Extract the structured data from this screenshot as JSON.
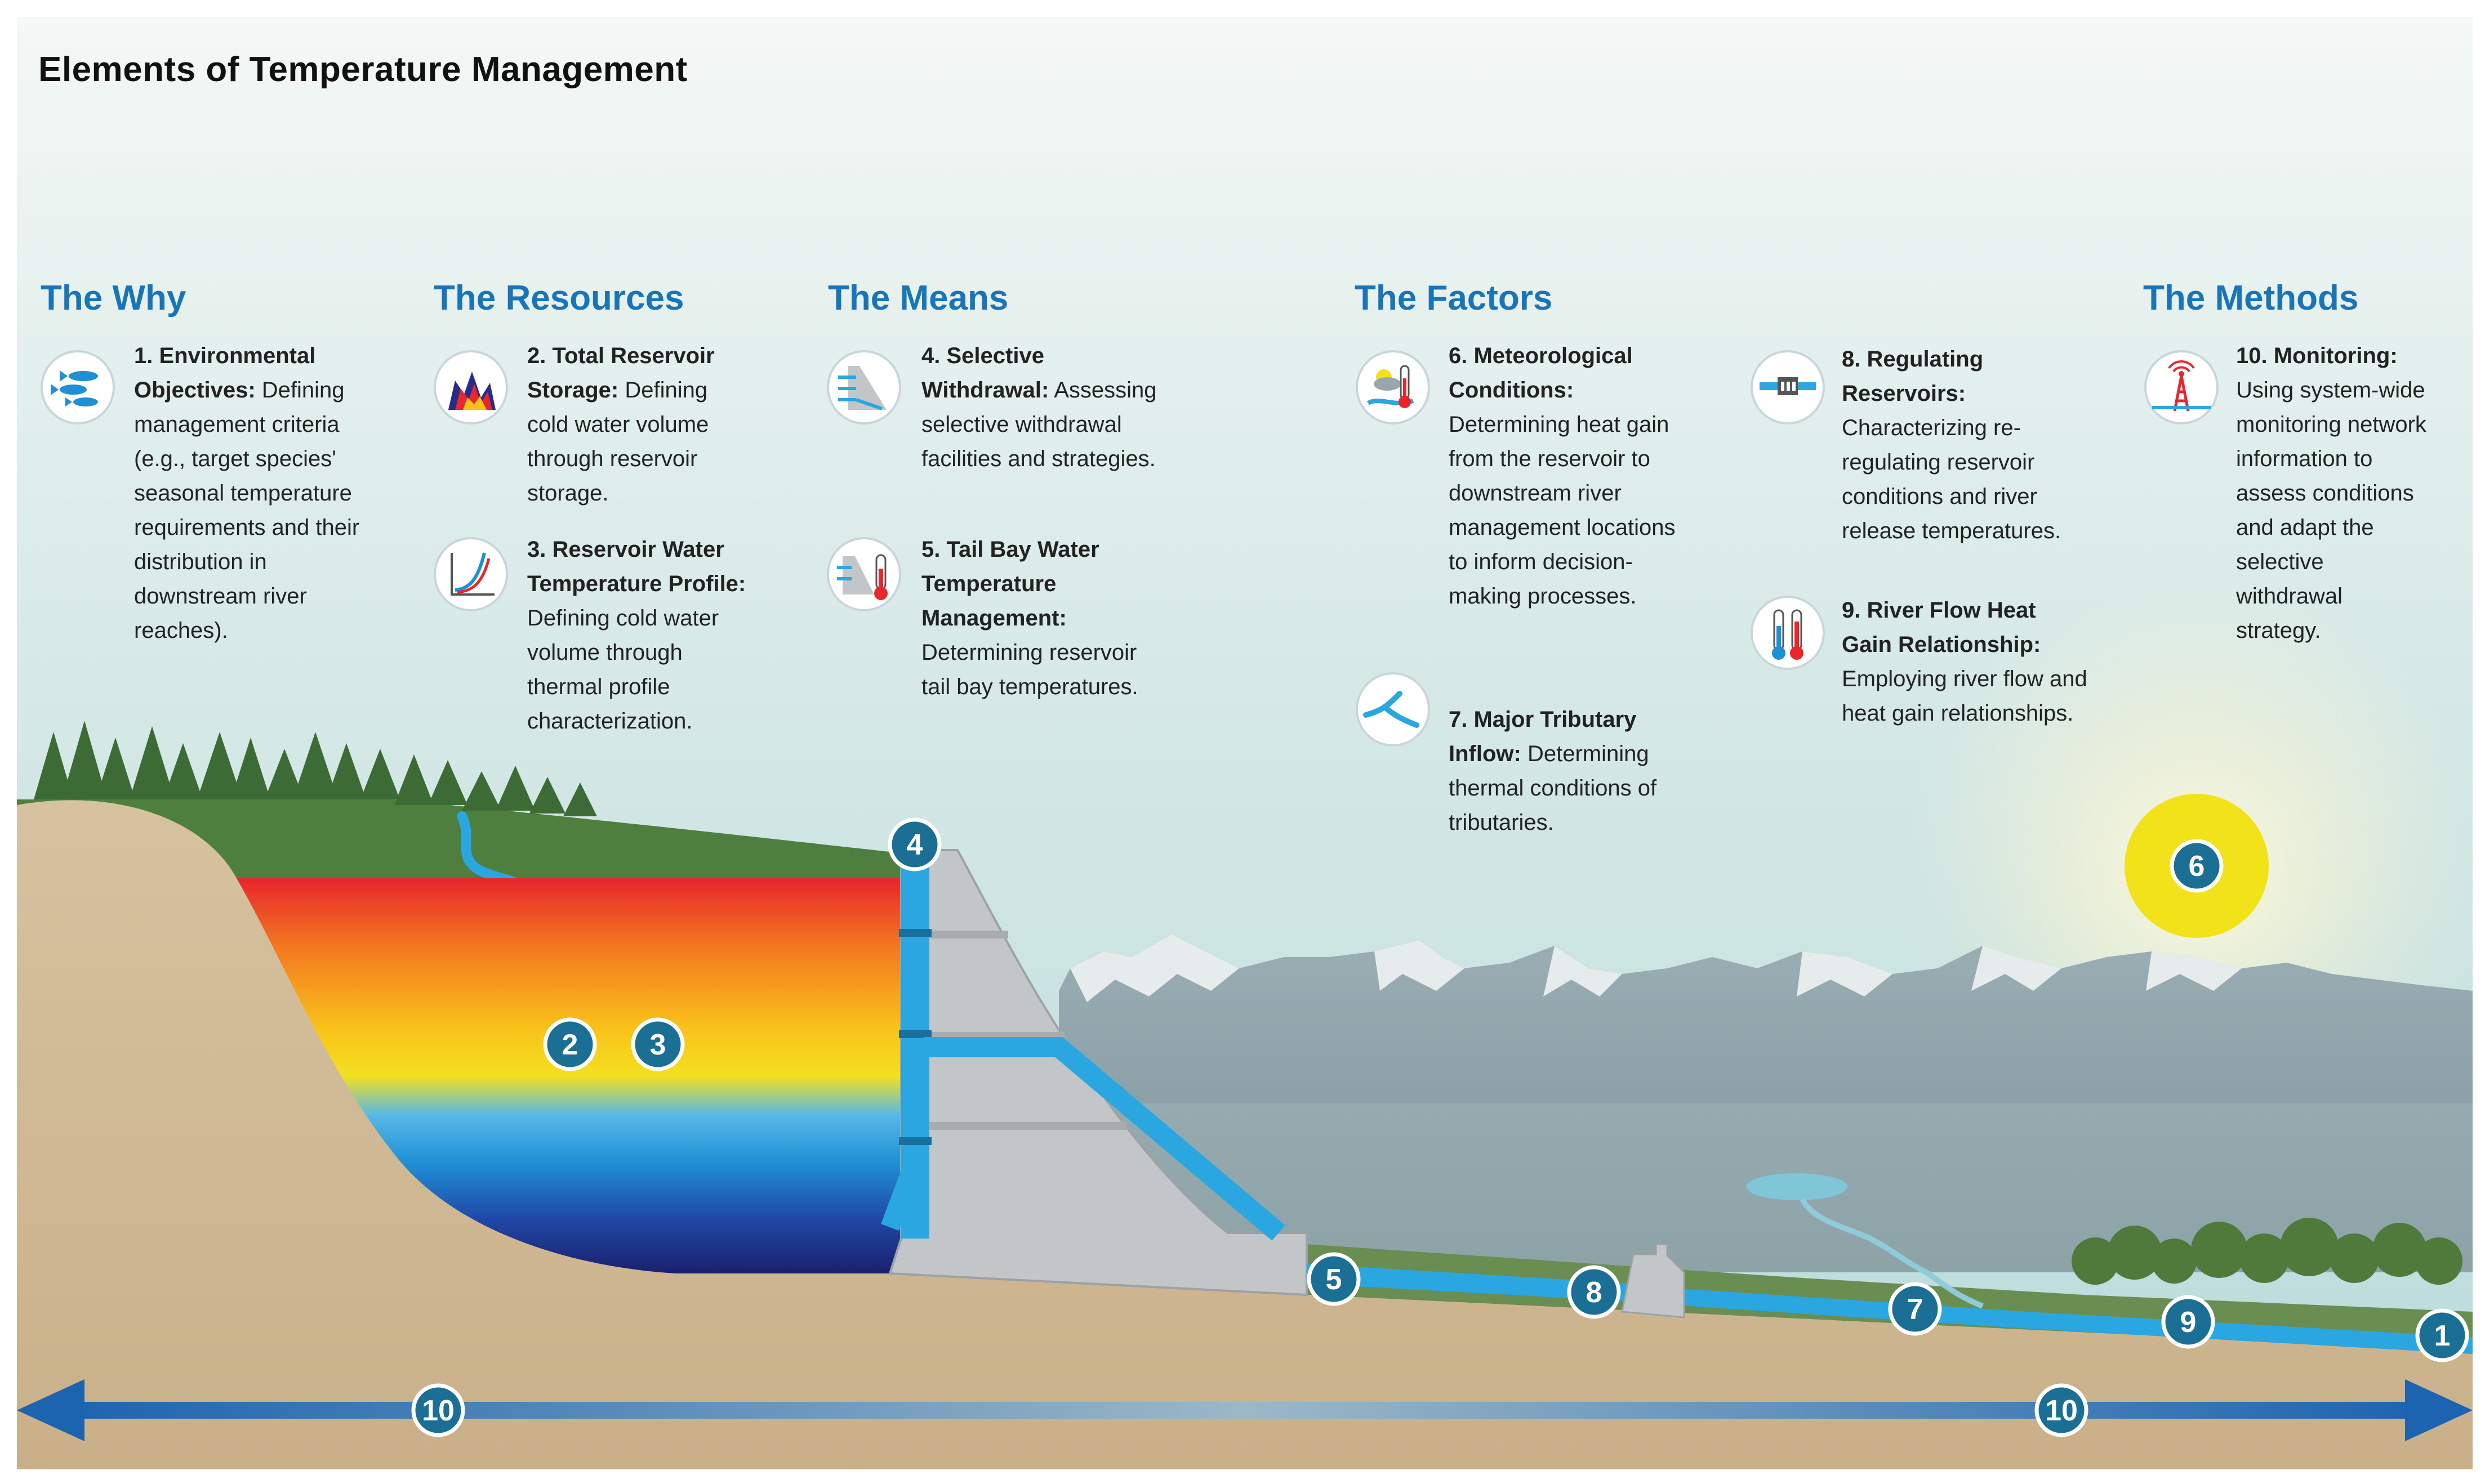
{
  "title": "Elements of Temperature Management",
  "columns": [
    {
      "heading": "The Why"
    },
    {
      "heading": "The Resources"
    },
    {
      "heading": "The Means"
    },
    {
      "heading": "The Factors"
    },
    {
      "heading": "The Methods"
    }
  ],
  "items": [
    {
      "number": "1.",
      "name": "Environmental Objectives:",
      "text": "Defining management criteria (e.g., target species' seasonal temperature requirements and their distribution in downstream river reaches).",
      "icon": "fish-icon"
    },
    {
      "number": "2.",
      "name": "Total Reservoir Storage:",
      "text": "Defining cold water volume through reservoir storage.",
      "icon": "storage-chart-icon"
    },
    {
      "number": "3.",
      "name": "Reservoir Water Temperature Profile:",
      "text": "Defining cold water volume through thermal profile characterization.",
      "icon": "profile-chart-icon"
    },
    {
      "number": "4.",
      "name": "Selective Withdrawal:",
      "text": "Assessing selective withdrawal facilities and strategies.",
      "icon": "withdrawal-icon"
    },
    {
      "number": "5.",
      "name": "Tail Bay Water Temperature Management:",
      "text": "Determining reservoir tail bay temperatures.",
      "icon": "tailbay-thermometer-icon"
    },
    {
      "number": "6.",
      "name": "Meteorological Conditions:",
      "text": "Determining heat gain from the reservoir to downstream river management locations to inform decision-making processes.",
      "icon": "weather-thermometer-icon"
    },
    {
      "number": "7.",
      "name": "Major Tributary Inflow:",
      "text": "Determining thermal conditions of tributaries.",
      "icon": "tributary-icon"
    },
    {
      "number": "8.",
      "name": "Regulating Reservoirs:",
      "text": "Characterizing re-regulating reservoir conditions and river release temperatures.",
      "icon": "regulating-dam-icon"
    },
    {
      "number": "9.",
      "name": "River Flow Heat Gain Relationship:",
      "text": "Employing river flow and heat gain relationships.",
      "icon": "thermometer-icon"
    },
    {
      "number": "10.",
      "name": "Monitoring:",
      "text": "Using system-wide monitoring network information to assess conditions and adapt the selective withdrawal strategy.",
      "icon": "monitoring-tower-icon"
    }
  ],
  "badges": [
    "1",
    "2",
    "3",
    "4",
    "5",
    "6",
    "7",
    "8",
    "9",
    "10",
    "10"
  ],
  "colors": {
    "heading": "#1a74b8",
    "badge": "#1b6f94",
    "water": "#2aa7e0",
    "sun": "#f2e21a"
  }
}
